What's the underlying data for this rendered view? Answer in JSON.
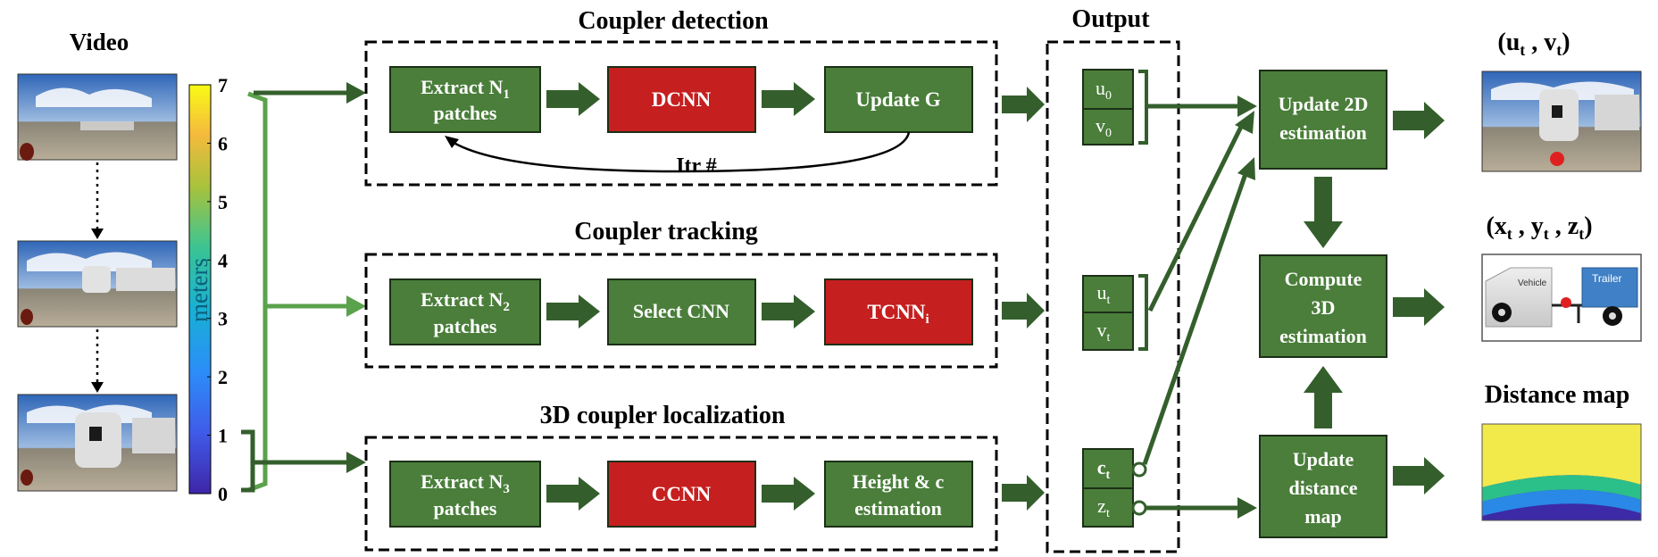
{
  "colors": {
    "block_green": "#4a7e3a",
    "block_red": "#c61f1f",
    "arrow_dark": "#345f2c",
    "arrow_light": "#5aa24b",
    "outline": "#1c2f17",
    "plane_yellow": "#f2e94a"
  },
  "left": {
    "video_title": "Video",
    "colorbar_label": "meters",
    "colorbar_ticks": [
      "0",
      "1",
      "2",
      "3",
      "4",
      "5",
      "6",
      "7"
    ]
  },
  "detection": {
    "title": "Coupler detection",
    "extract": [
      "Extract N",
      "1",
      "patches"
    ],
    "cnn": "DCNN",
    "update": "Update G",
    "loop_label": "Itr #"
  },
  "tracking": {
    "title": "Coupler tracking",
    "extract": [
      "Extract N",
      "2",
      "patches"
    ],
    "select": "Select CNN",
    "cnn": [
      "TCNN",
      "i"
    ]
  },
  "localization": {
    "title": "3D coupler localization",
    "extract": [
      "Extract N",
      "3",
      "patches"
    ],
    "cnn": "CCNN",
    "estimation": [
      "Height & c",
      "estimation"
    ]
  },
  "output": {
    "title": "Output",
    "u0": [
      "u",
      "0"
    ],
    "v0": [
      "v",
      "0"
    ],
    "ut": [
      "u",
      "t"
    ],
    "vt": [
      "v",
      "t"
    ],
    "ct": [
      "c",
      "t"
    ],
    "zt": [
      "z",
      "t"
    ]
  },
  "right": {
    "update2d": [
      "Update 2D",
      "estimation"
    ],
    "compute3d": [
      "Compute",
      "3D",
      "estimation"
    ],
    "update_map": [
      "Update",
      "distance",
      "map"
    ],
    "coord2d": [
      "(u",
      "t",
      " , v",
      "t",
      ")"
    ],
    "coord3d": [
      "(x",
      "t",
      " , y",
      "t",
      " , z",
      "t",
      ")"
    ],
    "distance_map_title": "Distance map",
    "vehicle_label": "Vehicle",
    "trailer_label": "Trailer"
  }
}
